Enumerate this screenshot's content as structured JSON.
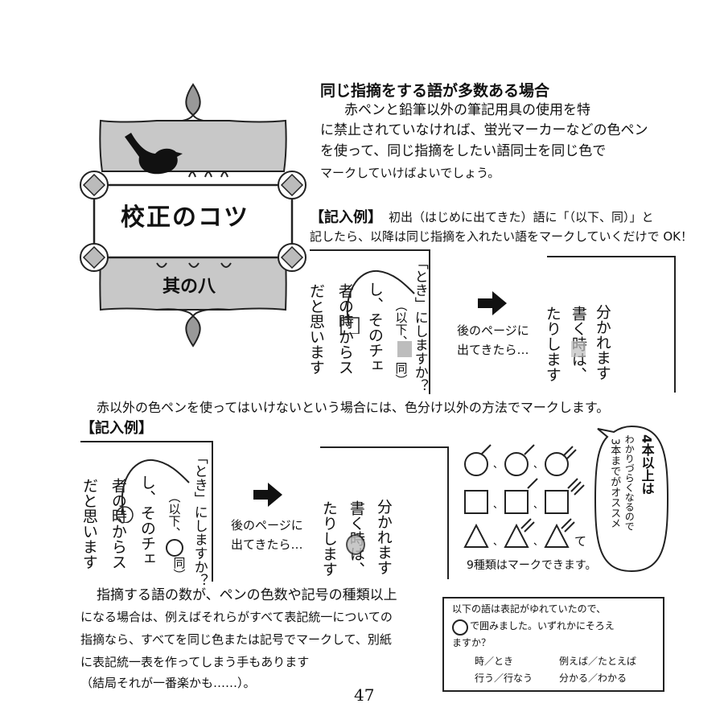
{
  "badge": {
    "title": "校正のコツ",
    "subtitle": "其の八"
  },
  "heading": "同じ指摘をする語が多数ある場合",
  "intro": [
    "赤ペンと鉛筆以外の筆記用具の使用を特",
    "に禁止されていなければ、蛍光マーカーなどの色ペン",
    "を使って、同じ指摘をしたい語同士を同じ色で",
    "マークしていけばよいでしょう。"
  ],
  "ex_label": "【記入例】",
  "ex1_text": "初出（はじめに出てきた）語に「（以下、同）」と",
  "ex1_text2": "記したら、以降は同じ指摘を入れたい語をマークしていくだけで OK！",
  "ex1": {
    "col1": "「とき」にしますか？",
    "col1b": "（以下、",
    "col1c": "同）",
    "col2": "し、そのチェ",
    "col3": "者の時からス",
    "col4": "だと思います",
    "arrow_a": "後のページに",
    "arrow_b": "出てきたら…",
    "r1": "分かれます",
    "r2": "書く時は、",
    "r3": "たりします"
  },
  "mid": "赤以外の色ペンを使ってはいけないという場合には、色分け以外の方法でマークします。",
  "ex2": {
    "bubble1": "4本以上は",
    "bubble2": "わかりづらくなるので",
    "bubble3": "3本までがオススメ",
    "marks_note": "9種類はマークできます。",
    "te": "て"
  },
  "bottom": [
    "指摘する語の数が、ペンの色数や記号の種類以上",
    "になる場合は、例えばそれらがすべて表記統一についての",
    "指摘なら、すべてを同じ色または記号でマークして、別紙",
    "に表記統一表を作ってしまう手もあります",
    "（結局それが一番楽かも……）。"
  ],
  "note": {
    "l1": "以下の語は表記がゆれていたので、",
    "l2": "で囲みました。いずれかにそろえ",
    "l3": "ますか？",
    "w1": "時／とき",
    "w2": "例えば／たとえば",
    "w3": "行う／行なう",
    "w4": "分かる／わかる"
  },
  "page": "47"
}
